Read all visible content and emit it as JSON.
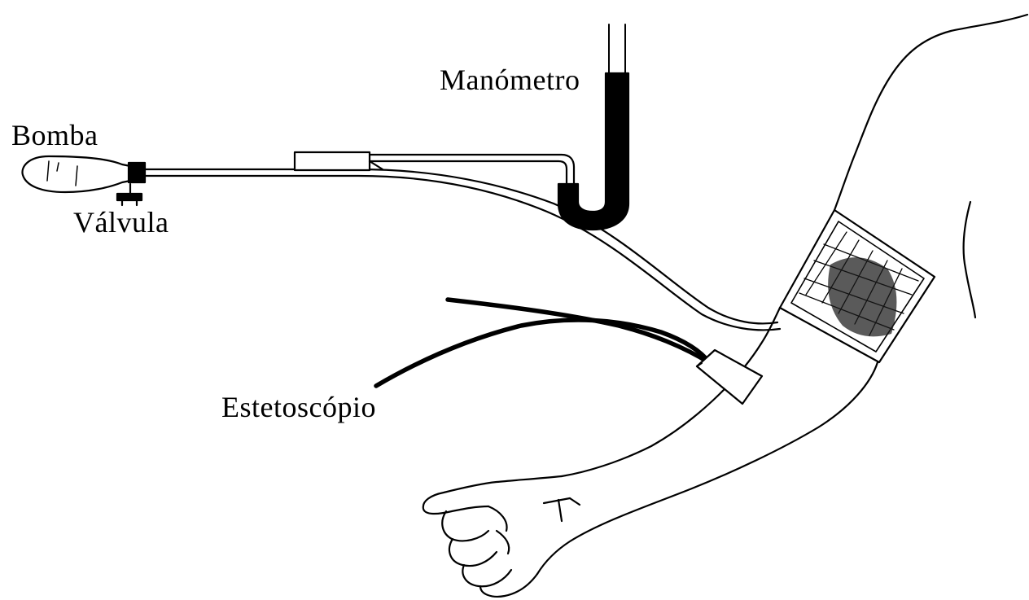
{
  "labels": {
    "manometer": "Manómetro",
    "pump": "Bomba",
    "valve": "Válvula",
    "stethoscope": "Estetoscópio"
  },
  "colors": {
    "ink": "#000000",
    "background": "#ffffff"
  }
}
